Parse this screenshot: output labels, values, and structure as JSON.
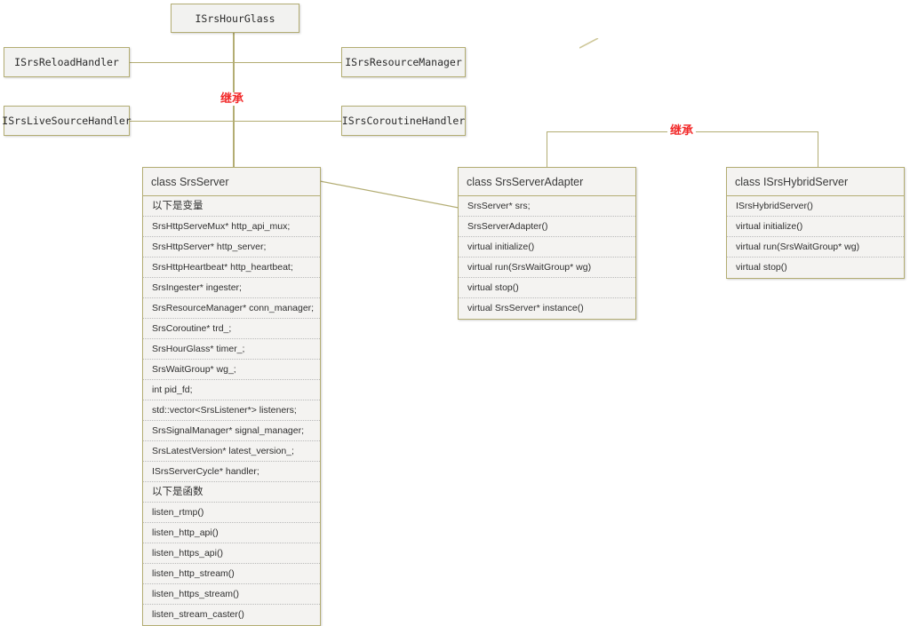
{
  "diagram": {
    "title": "SRS Server class hierarchy",
    "language": "zh-CN",
    "colors": {
      "box_border": "#b3ad73",
      "box_fill": "#f2f2f0",
      "class_fill": "#f4f3f1",
      "connector": "#b3ad73",
      "inherit_label": "#f22a2a",
      "row_divider": "#b9b9b9",
      "text": "#2f2f2f"
    },
    "labels": {
      "inherit_left": "继承",
      "inherit_right": "继承"
    },
    "interfaces": [
      {
        "name": "ISrsHourGlass"
      },
      {
        "name": "ISrsReloadHandler"
      },
      {
        "name": "ISrsResourceManager"
      },
      {
        "name": "ISrsLiveSourceHandler"
      },
      {
        "name": "ISrsCoroutineHandler"
      }
    ],
    "classes": [
      {
        "title": "class SrsServer",
        "sections": [
          {
            "header": "以下是变量",
            "rows": [
              "SrsHttpServeMux* http_api_mux;",
              "SrsHttpServer* http_server;",
              "SrsHttpHeartbeat* http_heartbeat;",
              "SrsIngester* ingester;",
              "SrsResourceManager* conn_manager;",
              "SrsCoroutine* trd_;",
              "SrsHourGlass* timer_;",
              "SrsWaitGroup* wg_;",
              "int pid_fd;",
              "std::vector<SrsListener*> listeners;",
              "SrsSignalManager* signal_manager;",
              "SrsLatestVersion* latest_version_;",
              "ISrsServerCycle* handler;"
            ]
          },
          {
            "header": "以下是函数",
            "rows": [
              "listen_rtmp()",
              "listen_http_api()",
              "listen_https_api()",
              "listen_http_stream()",
              "listen_https_stream()",
              "listen_stream_caster()"
            ]
          }
        ]
      },
      {
        "title": "class SrsServerAdapter",
        "sections": [
          {
            "header": null,
            "rows": [
              "SrsServer* srs;",
              "SrsServerAdapter()",
              "virtual initialize()",
              "virtual run(SrsWaitGroup* wg)",
              "virtual stop()",
              "virtual SrsServer* instance()"
            ]
          }
        ]
      },
      {
        "title": "class ISrsHybridServer",
        "sections": [
          {
            "header": null,
            "rows": [
              "ISrsHybridServer()",
              "virtual initialize()",
              "virtual run(SrsWaitGroup* wg)",
              "virtual stop()"
            ]
          }
        ]
      }
    ]
  }
}
